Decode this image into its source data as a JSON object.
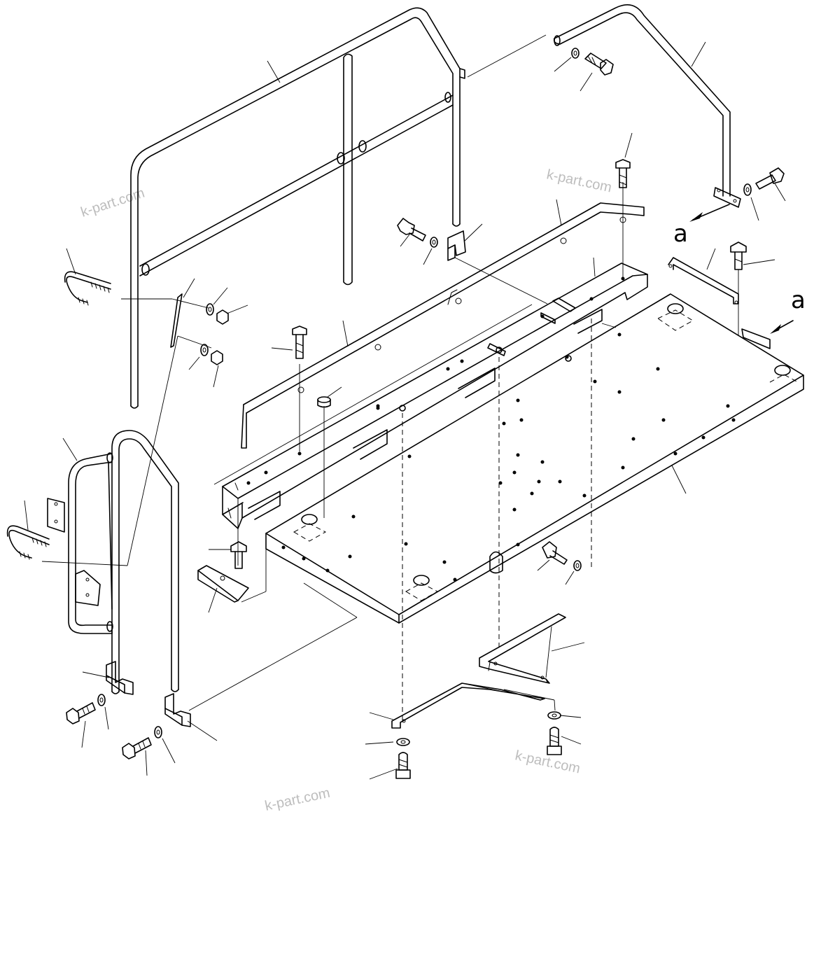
{
  "watermarks": [
    "k-part.com",
    "k-part.com",
    "k-part.com",
    "k-part.com"
  ],
  "view_labels": [
    "a",
    "a"
  ]
}
